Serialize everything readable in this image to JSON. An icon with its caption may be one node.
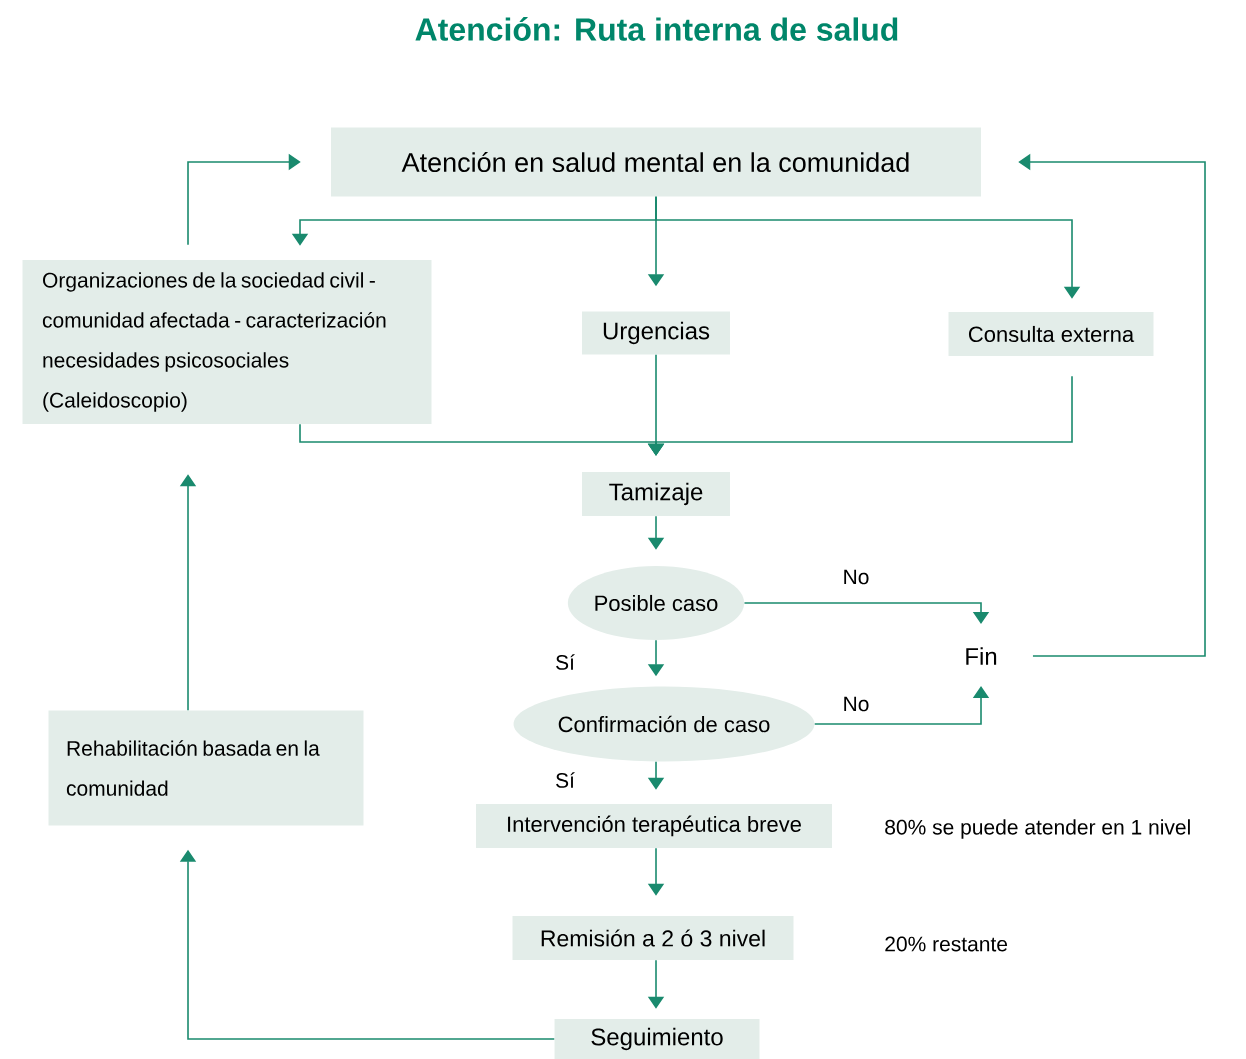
{
  "diagram": {
    "title": "Atención: Ruta interna de salud",
    "nodes": [
      {
        "text": [
          "Atención en salud mental en la comunidad"
        ]
      },
      {
        "text": [
          "Organizaciones de la sociedad civil - comunidad afectada - caracterización necesidades psicosociales (Caleidoscopio)"
        ]
      },
      {
        "text": [
          "Urgencias"
        ]
      },
      {
        "text": [
          "Consulta externa"
        ]
      },
      {
        "text": [
          "Tamizaje"
        ]
      },
      {
        "text": [
          "Posible caso"
        ]
      },
      {
        "text": [
          "Fin"
        ]
      },
      {
        "text": [
          "Confirmación de caso"
        ]
      },
      {
        "text": [
          "Rehabilitación basada en la comunidad"
        ]
      },
      {
        "text": [
          "Intervención terapéutica breve"
        ],
        "beside": [
          "80% se puede atender en 1 nivel"
        ]
      },
      {
        "text": [
          "Remisión a 2 ó 3 nivel"
        ]
      },
      {
        "text": [
          "Seguimiento"
        ]
      }
    ],
    "edges": [
      {
        "from": 0,
        "to": 1,
        "arrow": "to"
      },
      {
        "from": 0,
        "to": 2,
        "arrow": "to"
      },
      {
        "from": 0,
        "to": 3,
        "arrow": "to"
      },
      {
        "from": 1,
        "to": 4,
        "arrow": "to"
      },
      {
        "from": 2,
        "to": 4,
        "arrow": "to"
      },
      {
        "from": 3,
        "to": 4,
        "arrow": "to"
      },
      {
        "from": 1,
        "to": 0,
        "arrow": "to"
      },
      {
        "from": 4,
        "to": 5,
        "arrow": "to"
      },
      {
        "from": 5,
        "to": 6,
        "arrow": "to",
        "label": "No"
      },
      {
        "from": 5,
        "to": 7,
        "arrow": "to",
        "label": "Sí"
      },
      {
        "from": 7,
        "to": 6,
        "arrow": "to",
        "label": "No"
      },
      {
        "from": 7,
        "to": 9,
        "arrow": "to",
        "label": "Sí"
      },
      {
        "from": 9,
        "to": 10,
        "arrow": "to"
      },
      {
        "from": 10,
        "to": 11,
        "arrow": "to"
      },
      {
        "from": 11,
        "to": 8,
        "arrow": "to"
      },
      {
        "from": 8,
        "to": 1,
        "arrow": "to"
      },
      {
        "from": 6,
        "to": 0,
        "arrow": "to"
      }
    ],
    "labels": [
      "20% restante"
    ]
  }
}
